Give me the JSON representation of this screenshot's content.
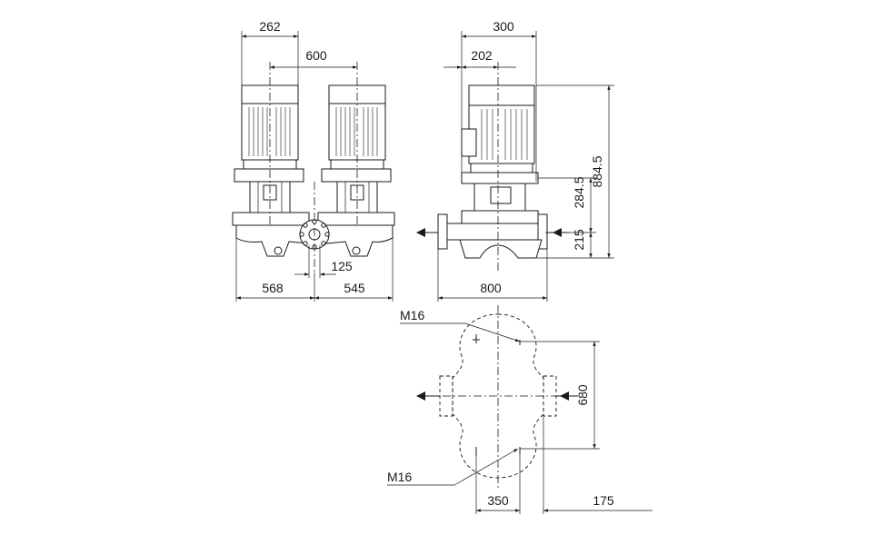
{
  "dimensions": {
    "d262": "262",
    "d600": "600",
    "d300": "300",
    "d202": "202",
    "d884_5": "884.5",
    "d284_5": "284.5",
    "d215": "215",
    "d125": "125",
    "d568": "568",
    "d545": "545",
    "d800": "800",
    "d680": "680",
    "d350": "350",
    "d175": "175"
  },
  "labels": {
    "thread_top": "M16",
    "thread_bottom": "M16"
  }
}
